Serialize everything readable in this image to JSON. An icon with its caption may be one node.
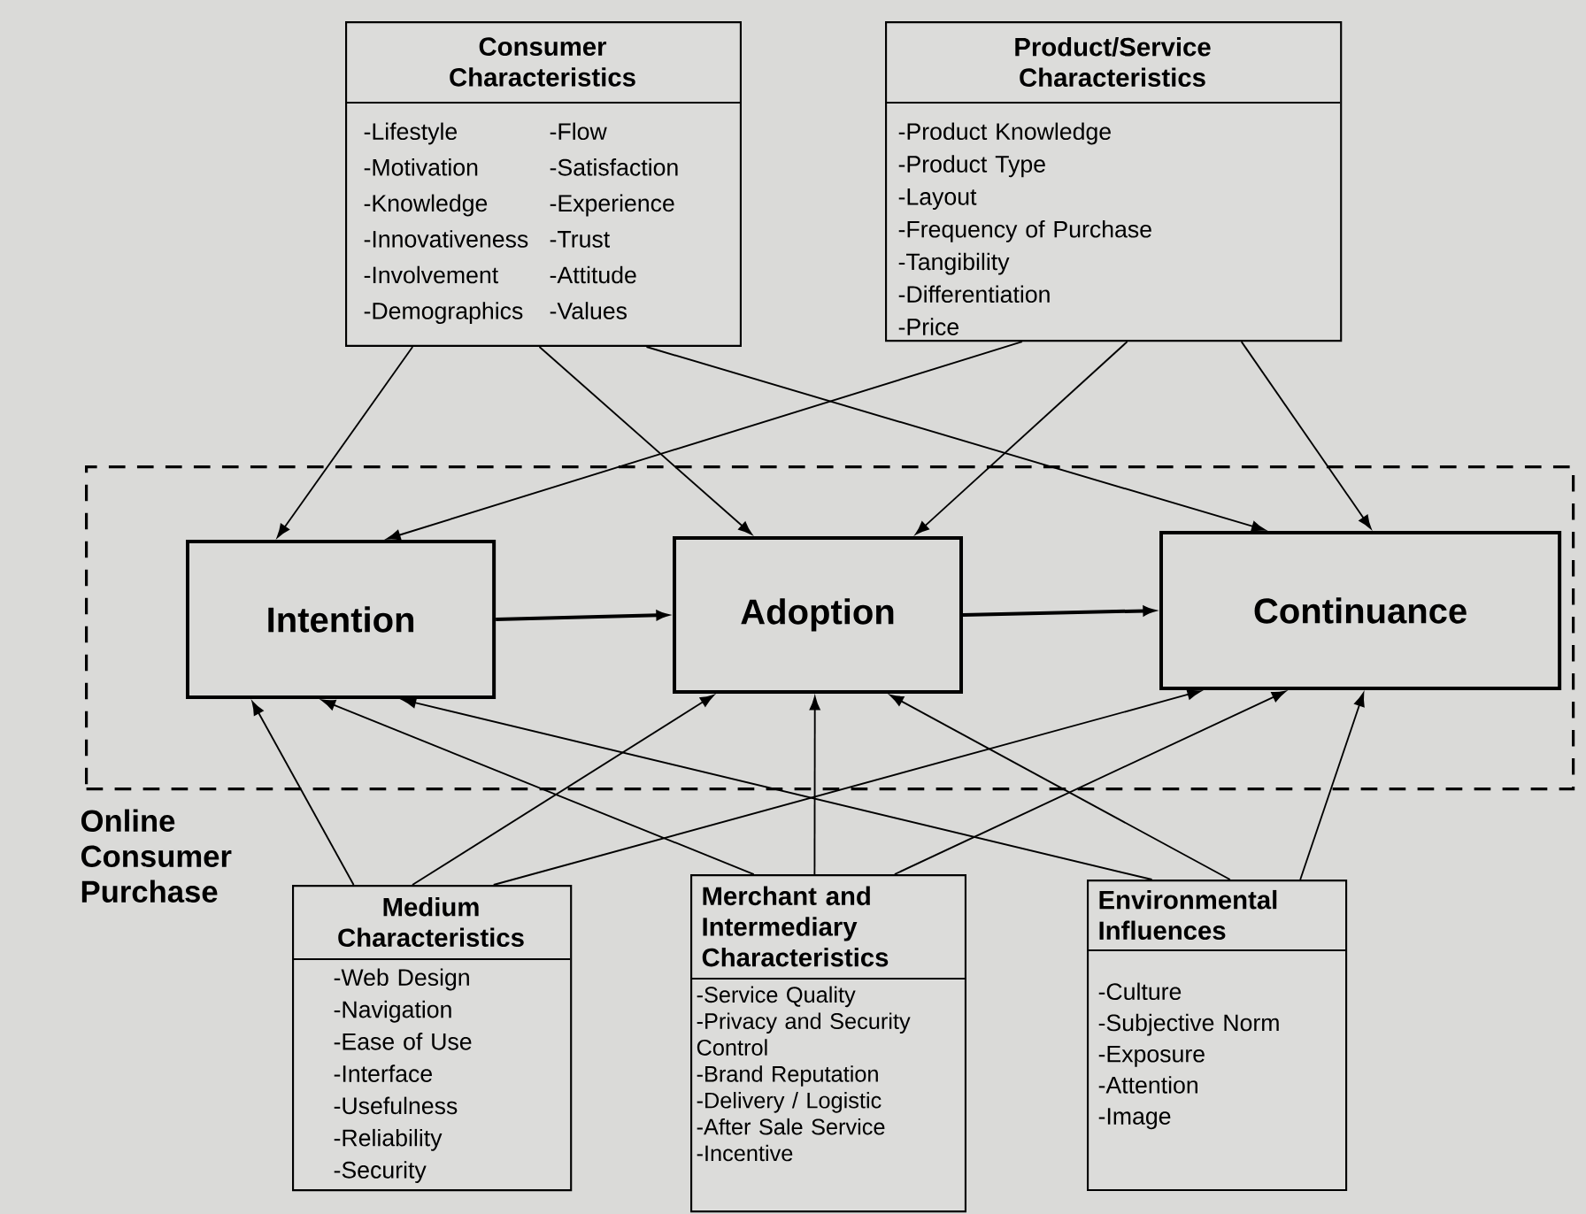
{
  "diagram": {
    "nodes": [
      {
        "text": [
          "Consumer Characteristics",
          "-Lifestyle",
          "-Motivation",
          "-Knowledge",
          "-Innovativeness",
          "-Involvement",
          "-Demographics",
          "-Flow",
          "-Satisfaction",
          "-Experience",
          "-Trust",
          "-Attitude",
          "-Values"
        ]
      },
      {
        "text": [
          "Product/Service Characteristics",
          "-Product Knowledge",
          "-Product Type",
          "-Layout",
          "-Frequency of Purchase",
          "-Tangibility",
          "-Differentiation",
          "-Price"
        ]
      },
      {
        "text": [
          "Online Consumer Purchase"
        ]
      },
      {
        "text": [
          "Intention"
        ],
        "in": 2
      },
      {
        "text": [
          "Adoption"
        ],
        "in": 2
      },
      {
        "text": [
          "Continuance"
        ],
        "in": 2
      },
      {
        "text": [
          "Medium Characteristics",
          "-Web Design",
          "-Navigation",
          "-Ease of Use",
          "-Interface",
          "-Usefulness",
          "-Reliability",
          "-Security"
        ]
      },
      {
        "text": [
          "Merchant and Intermediary Characteristics",
          "-Service Quality",
          "-Privacy and Security Control",
          "-Brand Reputation",
          "-Delivery / Logistic",
          "-After Sale Service",
          "-Incentive"
        ]
      },
      {
        "text": [
          "Environmental Influences",
          "-Culture",
          "-Subjective Norm",
          "-Exposure",
          "-Attention",
          "-Image"
        ]
      }
    ],
    "edges": [
      {
        "from": 0,
        "to": 3,
        "arrow": "to"
      },
      {
        "from": 0,
        "to": 4,
        "arrow": "to"
      },
      {
        "from": 0,
        "to": 5,
        "arrow": "to"
      },
      {
        "from": 1,
        "to": 3,
        "arrow": "to"
      },
      {
        "from": 1,
        "to": 4,
        "arrow": "to"
      },
      {
        "from": 1,
        "to": 5,
        "arrow": "to"
      },
      {
        "from": 3,
        "to": 4,
        "arrow": "to"
      },
      {
        "from": 4,
        "to": 5,
        "arrow": "to"
      },
      {
        "from": 6,
        "to": 3,
        "arrow": "to"
      },
      {
        "from": 6,
        "to": 4,
        "arrow": "to"
      },
      {
        "from": 6,
        "to": 5,
        "arrow": "to"
      },
      {
        "from": 7,
        "to": 3,
        "arrow": "to"
      },
      {
        "from": 7,
        "to": 4,
        "arrow": "to"
      },
      {
        "from": 7,
        "to": 5,
        "arrow": "to"
      },
      {
        "from": 8,
        "to": 3,
        "arrow": "to"
      },
      {
        "from": 8,
        "to": 4,
        "arrow": "to"
      },
      {
        "from": 8,
        "to": 5,
        "arrow": "to"
      }
    ]
  }
}
